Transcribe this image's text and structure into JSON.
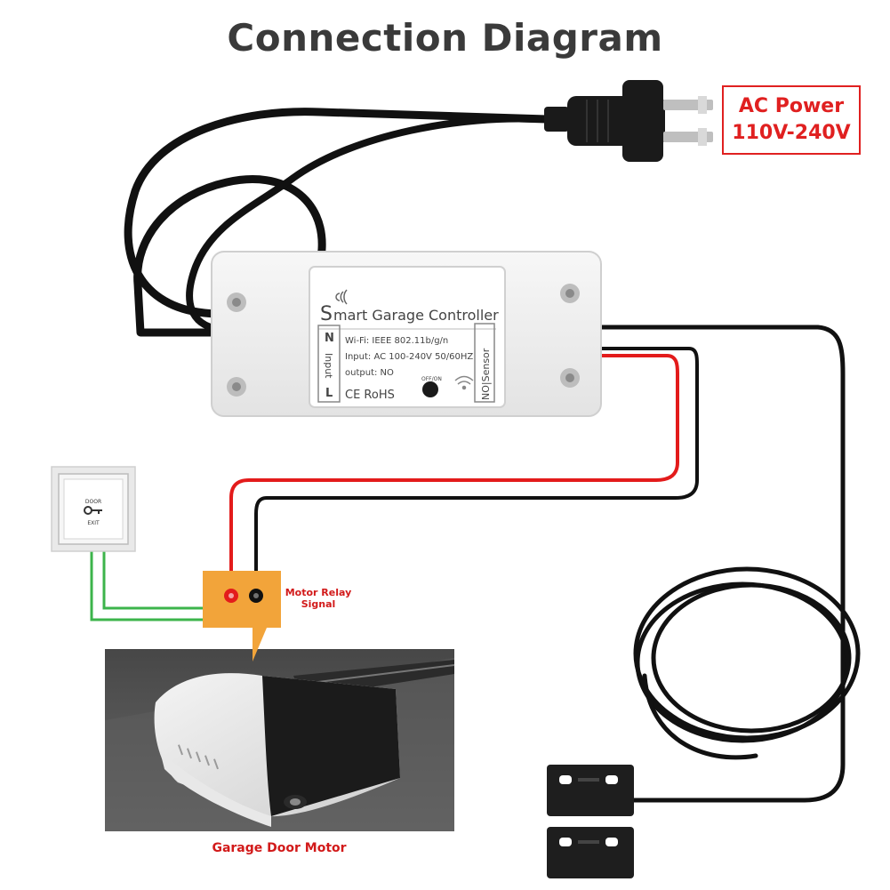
{
  "title": "Connection Diagram",
  "power": {
    "line1": "AC Power",
    "line2": "110V-240V"
  },
  "controller": {
    "name": "mart Garage Controller",
    "name_initial": "S",
    "spec_wifi": "Wi-Fi: IEEE 802.11b/g/n",
    "spec_input": "Input: AC 100-240V  50/60HZ",
    "spec_output": "output:  NO",
    "cert": "CE RoHS",
    "left_n": "N",
    "left_input": "Input",
    "left_l": "L",
    "right_label": "NO|Sensor",
    "onoff": "OFF/ON"
  },
  "door_button": {
    "line1": "DOOR",
    "line2": "EXIT"
  },
  "relay_label": {
    "line1": "Motor Relay",
    "line2": "Signal"
  },
  "motor_label": "Garage Door Motor",
  "colors": {
    "accent_red": "#e02020",
    "relay_orange": "#f2a43a",
    "wire_red": "#e31b1b",
    "wire_green": "#3cb44b",
    "cable_black": "#111111"
  }
}
